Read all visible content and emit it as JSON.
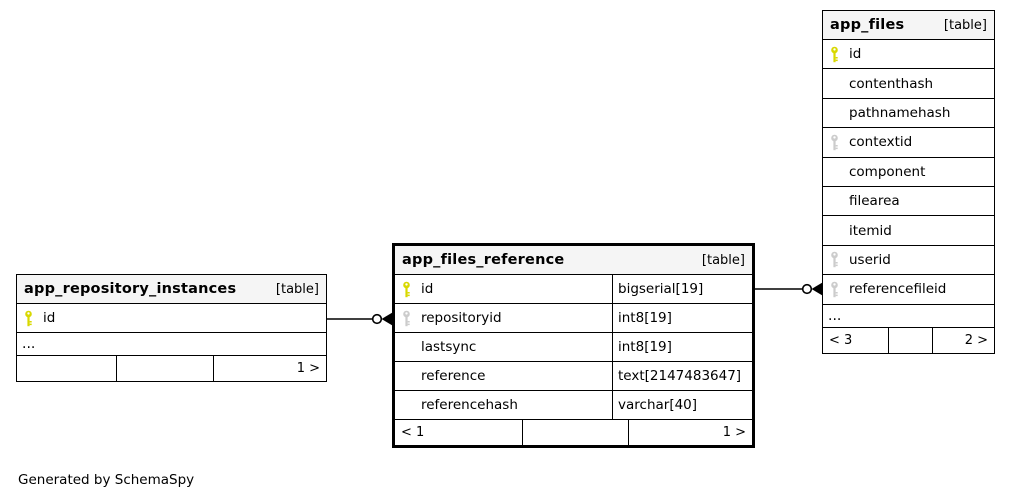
{
  "page": {
    "footer_note": "Generated by SchemaSpy",
    "background": "#ffffff"
  },
  "colors": {
    "primary_key_icon": "#d8d800",
    "foreign_key_icon": "#cccccc",
    "header_bg": "#f5f5f5",
    "border": "#000000"
  },
  "icons": {
    "primary_key": "yellow-key-icon",
    "foreign_key": "gray-key-icon",
    "connector_end": "circle-and-arrowhead"
  },
  "tables": {
    "repo": {
      "name": "app_repository_instances",
      "tag": "[table]",
      "columns": [
        {
          "name": "id",
          "key": "primary"
        }
      ],
      "ellipsis": "...",
      "footer": {
        "left": "",
        "middle": "",
        "right": "1 >"
      }
    },
    "ref": {
      "name": "app_files_reference",
      "tag": "[table]",
      "columns": [
        {
          "name": "id",
          "type": "bigserial[19]",
          "key": "primary"
        },
        {
          "name": "repositoryid",
          "type": "int8[19]",
          "key": "foreign"
        },
        {
          "name": "lastsync",
          "type": "int8[19]"
        },
        {
          "name": "reference",
          "type": "text[2147483647]"
        },
        {
          "name": "referencehash",
          "type": "varchar[40]"
        }
      ],
      "footer": {
        "left": "< 1",
        "middle": "",
        "right": "1 >"
      }
    },
    "files": {
      "name": "app_files",
      "tag": "[table]",
      "columns": [
        {
          "name": "id",
          "key": "primary"
        },
        {
          "name": "contenthash"
        },
        {
          "name": "pathnamehash"
        },
        {
          "name": "contextid",
          "key": "foreign"
        },
        {
          "name": "component"
        },
        {
          "name": "filearea"
        },
        {
          "name": "itemid"
        },
        {
          "name": "userid",
          "key": "foreign"
        },
        {
          "name": "referencefileid",
          "key": "foreign"
        }
      ],
      "ellipsis": "...",
      "footer": {
        "left": "< 3",
        "middle": "",
        "right": "2 >"
      }
    }
  },
  "relationships": [
    {
      "from": "app_repository_instances.id",
      "to": "app_files_reference.repositoryid"
    },
    {
      "from": "app_files_reference.id",
      "to": "app_files.referencefileid"
    }
  ]
}
